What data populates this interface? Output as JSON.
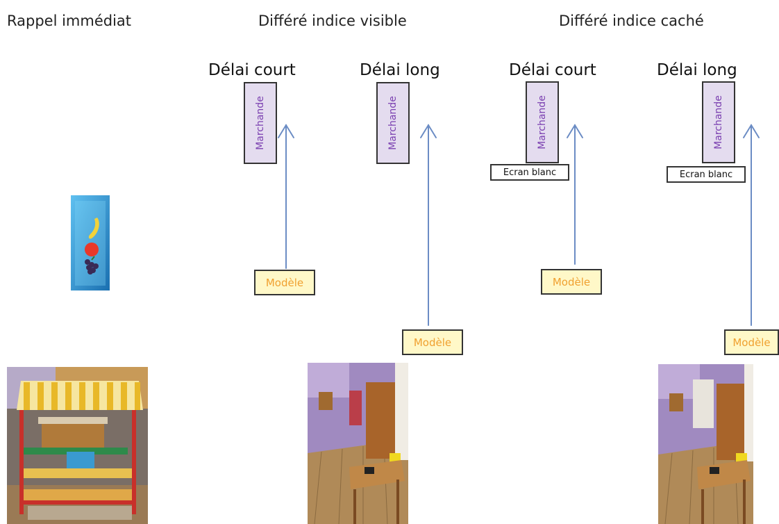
{
  "headings": {
    "immediate": "Rappel immédiat",
    "visible": "Différé indice visible",
    "hidden": "Différé indice caché"
  },
  "delays": {
    "short": "Délai court",
    "long": "Délai long"
  },
  "labels": {
    "marchande": "Marchande",
    "modele": "Modèle",
    "ecran": "Ecran blanc"
  },
  "colors": {
    "marchande_bg": "#e4dcef",
    "marchande_text": "#7a3fb0",
    "modele_bg": "#fff8c8",
    "modele_text": "#f0a030",
    "arrow": "#6b8cc4"
  }
}
